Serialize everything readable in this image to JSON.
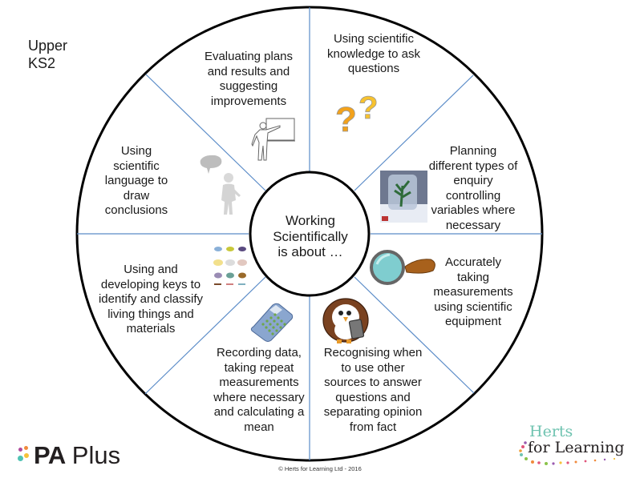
{
  "page": {
    "corner_title": [
      "Upper",
      "KS2"
    ],
    "footer": "© Herts for Learning Ltd - 2016"
  },
  "wheel": {
    "center_lines": [
      "Working",
      "Scientifically",
      "is about …"
    ],
    "segments": [
      {
        "id": "evaluating",
        "icon": "teacher-pointing-board-icon",
        "lines": [
          "Evaluating plans",
          "and results  and",
          "suggesting",
          "improvements"
        ]
      },
      {
        "id": "asking-questions",
        "icon": "question-marks-icon",
        "lines": [
          "Using scientific",
          "knowledge to ask",
          "questions"
        ]
      },
      {
        "id": "planning",
        "icon": "plant-in-jar-photo-icon",
        "lines": [
          "Planning",
          "different types of",
          "enquiry",
          "controlling",
          "variables where",
          "necessary"
        ]
      },
      {
        "id": "measuring",
        "icon": "magnifying-glass-icon",
        "lines": [
          "Accurately",
          "taking",
          "measurements",
          "using scientific",
          "equipment"
        ]
      },
      {
        "id": "recognising-sources",
        "icon": "owl-with-tablet-icon",
        "lines": [
          "Recognising when",
          "to use other",
          "sources to answer",
          "questions and",
          "separating opinion",
          "from fact"
        ]
      },
      {
        "id": "recording-data",
        "icon": "calculator-icon",
        "lines": [
          "Recording data,",
          "taking repeat",
          "measurements",
          "where necessary",
          "and calculating a",
          "mean"
        ]
      },
      {
        "id": "using-keys",
        "icon": "bird-classification-icon",
        "lines": [
          "Using and",
          "developing keys  to",
          "identify and classify",
          "living things and",
          "materials"
        ]
      },
      {
        "id": "scientific-language",
        "icon": "person-speech-bubble-icon",
        "lines": [
          "Using",
          "scientific",
          "language to",
          "draw",
          "conclusions"
        ]
      }
    ]
  },
  "logos": {
    "pa_plus": {
      "bold": "PA",
      "light": "Plus",
      "dot_colors": [
        "#b04a9c",
        "#f08a3c",
        "#4fc3b4",
        "#f5c23a"
      ]
    },
    "herts_for_learning": {
      "line1": "Herts",
      "line2": "for Learning",
      "line1_color": "#6fc3b0",
      "line2_color": "#231f20"
    }
  },
  "colors": {
    "outline": "#000000",
    "spoke": "#5b8cc8"
  }
}
